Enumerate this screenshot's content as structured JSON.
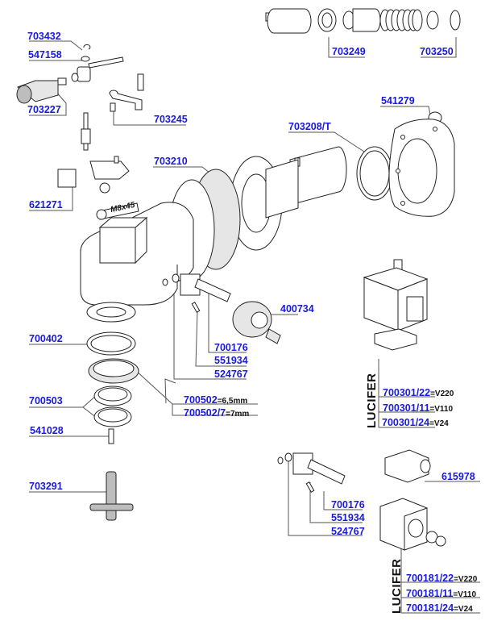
{
  "diagram": {
    "title": "Exploded parts diagram - group head and solenoid valves",
    "parts": {
      "p703432": "703432",
      "p547158": "547158",
      "p703227": "703227",
      "p703245": "703245",
      "p703249": "703249",
      "p703250": "703250",
      "p541279": "541279",
      "p703208T": "703208/T",
      "p703210": "703210",
      "p621271": "621271",
      "p400734": "400734",
      "p700402": "700402",
      "p700176a": "700176",
      "p551934a": "551934",
      "p524767a": "524767",
      "p700503": "700503",
      "p700502": "700502",
      "p700502_suffix": "=6,5mm",
      "p700502_7": "700502/7",
      "p700502_7_suffix": "=7mm",
      "p541028": "541028",
      "p703291": "703291",
      "p615978": "615978",
      "p700176b": "700176",
      "p551934b": "551934",
      "p524767b": "524767",
      "p700301_22": "700301/22",
      "p700301_22_suffix": "=V220",
      "p700301_11": "700301/11",
      "p700301_11_suffix": "=V110",
      "p700301_24": "700301/24",
      "p700301_24_suffix": "=V24",
      "p700181_22": "700181/22",
      "p700181_22_suffix": "=V220",
      "p700181_11": "700181/11",
      "p700181_11_suffix": "=V110",
      "p700181_24": "700181/24",
      "p700181_24_suffix": "=V24"
    },
    "annotations": {
      "bolt_size": "M8x45",
      "brand_upper": "LUCIFER",
      "brand_lower": "LUCIFER",
      "stem_text": "LUCIFER"
    },
    "colors": {
      "label": "#1a1adb",
      "leader": "#555555",
      "part_fill_grey": "#bdbdbd"
    }
  }
}
